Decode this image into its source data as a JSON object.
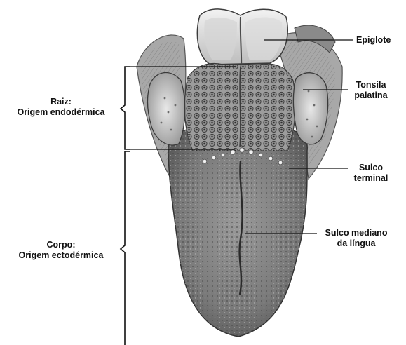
{
  "labels": {
    "raiz": {
      "line1": "Raiz:",
      "line2": "Origem endodérmica"
    },
    "corpo": {
      "line1": "Corpo:",
      "line2": "Origem ectodérmica"
    },
    "epiglote": "Epiglote",
    "tonsila": {
      "line1": "Tonsila",
      "line2": "palatina"
    },
    "sulco_terminal": {
      "line1": "Sulco",
      "line2": "terminal"
    },
    "sulco_mediano": {
      "line1": "Sulco mediano",
      "line2": "da língua"
    }
  }
}
